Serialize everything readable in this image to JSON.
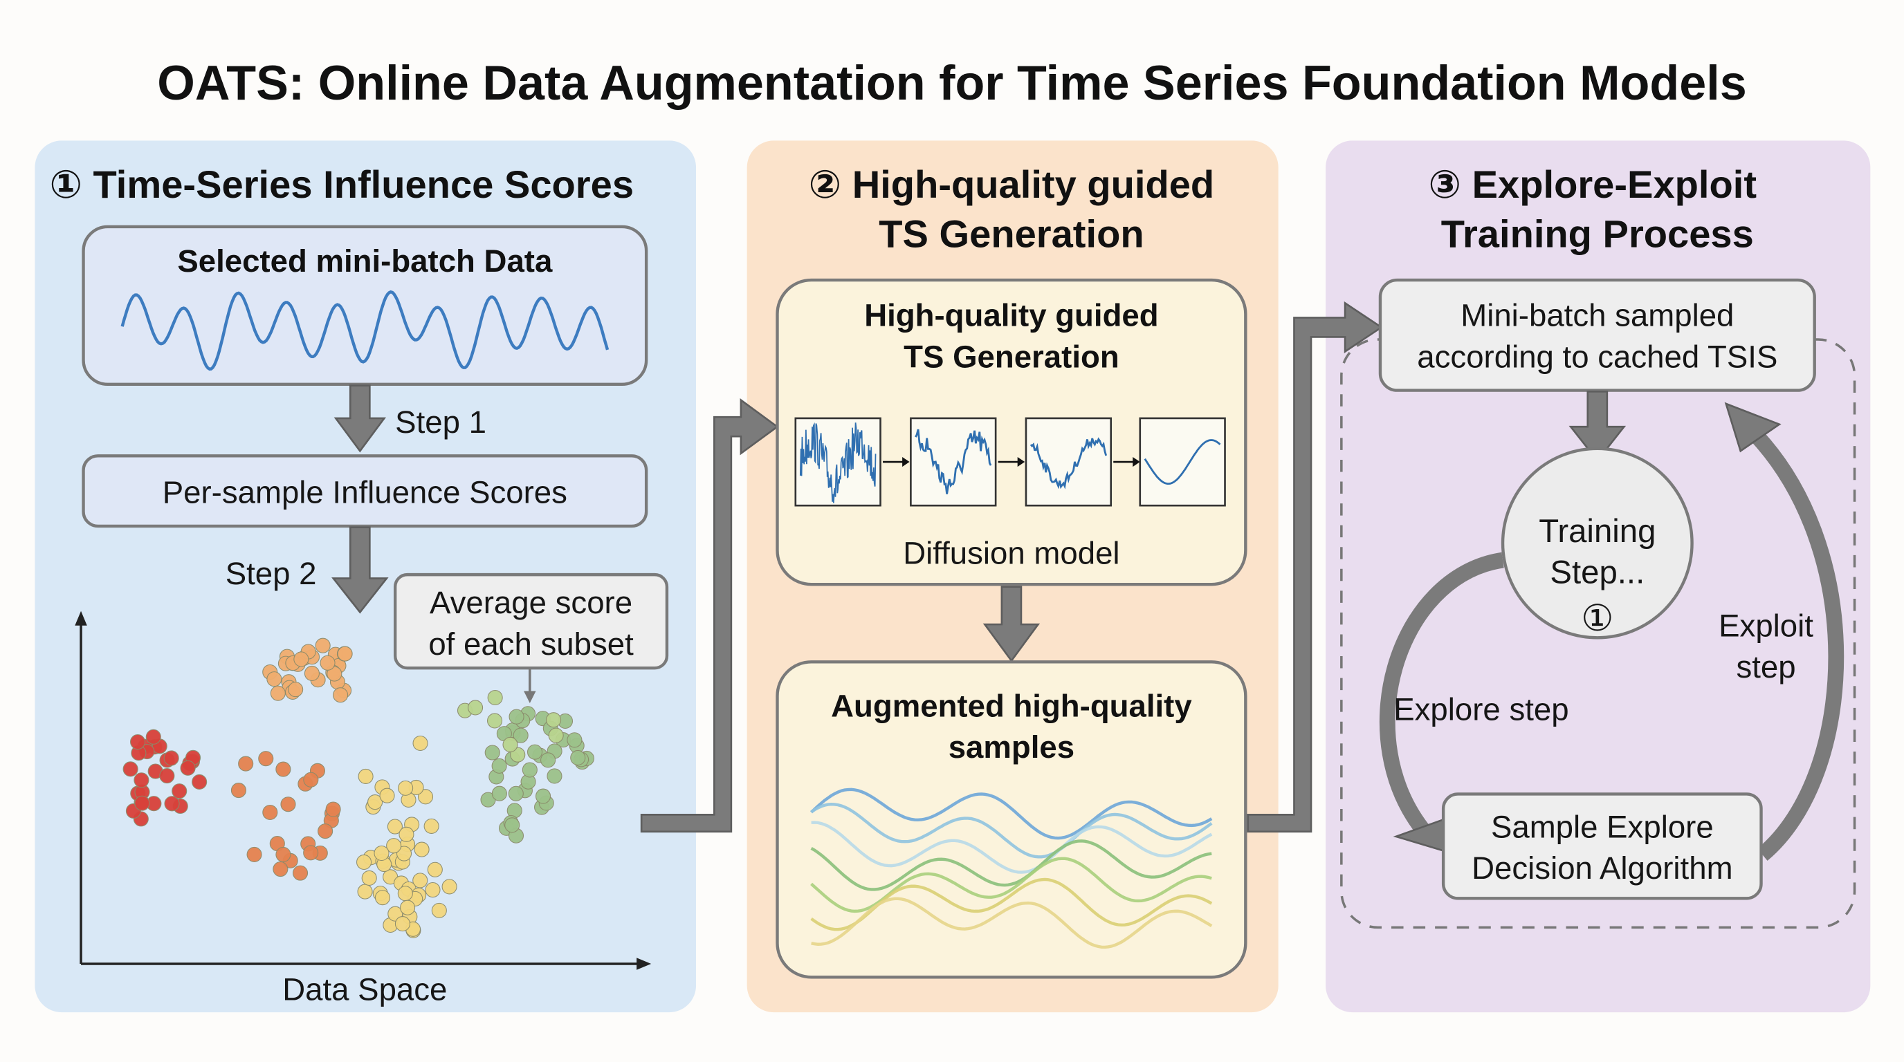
{
  "title": "OATS: Online Data Augmentation for Time Series Foundation Models",
  "colors": {
    "panel1": "#d9e8f6",
    "panel2": "#fbe3cb",
    "panel3": "#e9ddef",
    "wave": "#3d7cc0",
    "arrow": "#7b7b7b"
  },
  "panel1": {
    "heading": "① Time-Series Influence Scores",
    "minibatch_label": "Selected mini-batch Data",
    "step1": "Step 1",
    "influence_label": "Per-sample Influence Scores",
    "step2": "Step 2",
    "callout_line1": "Average score",
    "callout_line2": "of each subset",
    "xaxis_label": "Data Space",
    "cluster_colors": [
      "#d8413a",
      "#e5824f",
      "#f1ad6e",
      "#f3d77e",
      "#b9d48e",
      "#9cc28a"
    ]
  },
  "panel2": {
    "heading_line1": "② High-quality guided",
    "heading_line2": "TS Generation",
    "gen_box_line1": "High-quality guided",
    "gen_box_line2": "TS Generation",
    "diffusion_label": "Diffusion model",
    "aug_line1": "Augmented high-quality",
    "aug_line2": "samples",
    "sample_colors": [
      "#6da6d8",
      "#8fc3df",
      "#b7d9e8",
      "#89c07a",
      "#a8cf7c",
      "#d9cf73",
      "#e6d58a"
    ]
  },
  "panel3": {
    "heading_line1": "③ Explore-Exploit",
    "heading_line2": "Training Process",
    "minibatch_line1": "Mini-batch sampled",
    "minibatch_line2": "according to cached TSIS",
    "training_line1": "Training",
    "training_line2": "Step...",
    "training_line3": "①",
    "explore_label": "Explore step",
    "exploit_line1": "Exploit",
    "exploit_line2": "step",
    "decision_line1": "Sample Explore",
    "decision_line2": "Decision Algorithm"
  }
}
